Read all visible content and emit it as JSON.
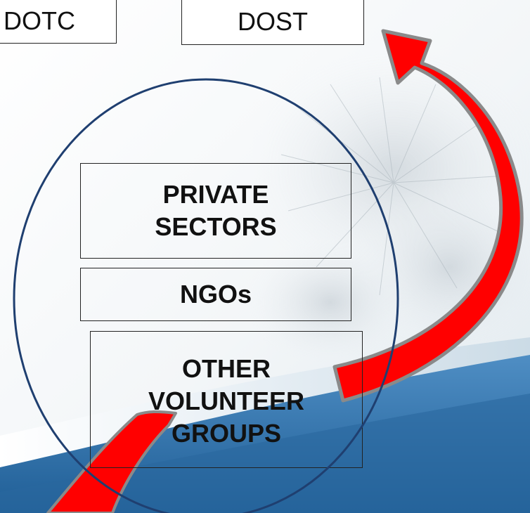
{
  "colors": {
    "arrow_fill": "#ff0000",
    "arrow_outline": "#888888",
    "circle_stroke": "#1f3f70",
    "wave_blue": "#2f6fa8"
  },
  "boxes": {
    "dotc": "DOTC",
    "dost": "DOST",
    "private_line1": "PRIVATE",
    "private_line2": "SECTORS",
    "ngos": "NGOs",
    "other_line1": "OTHER",
    "other_line2": "VOLUNTEER",
    "other_line3": "GROUPS"
  }
}
